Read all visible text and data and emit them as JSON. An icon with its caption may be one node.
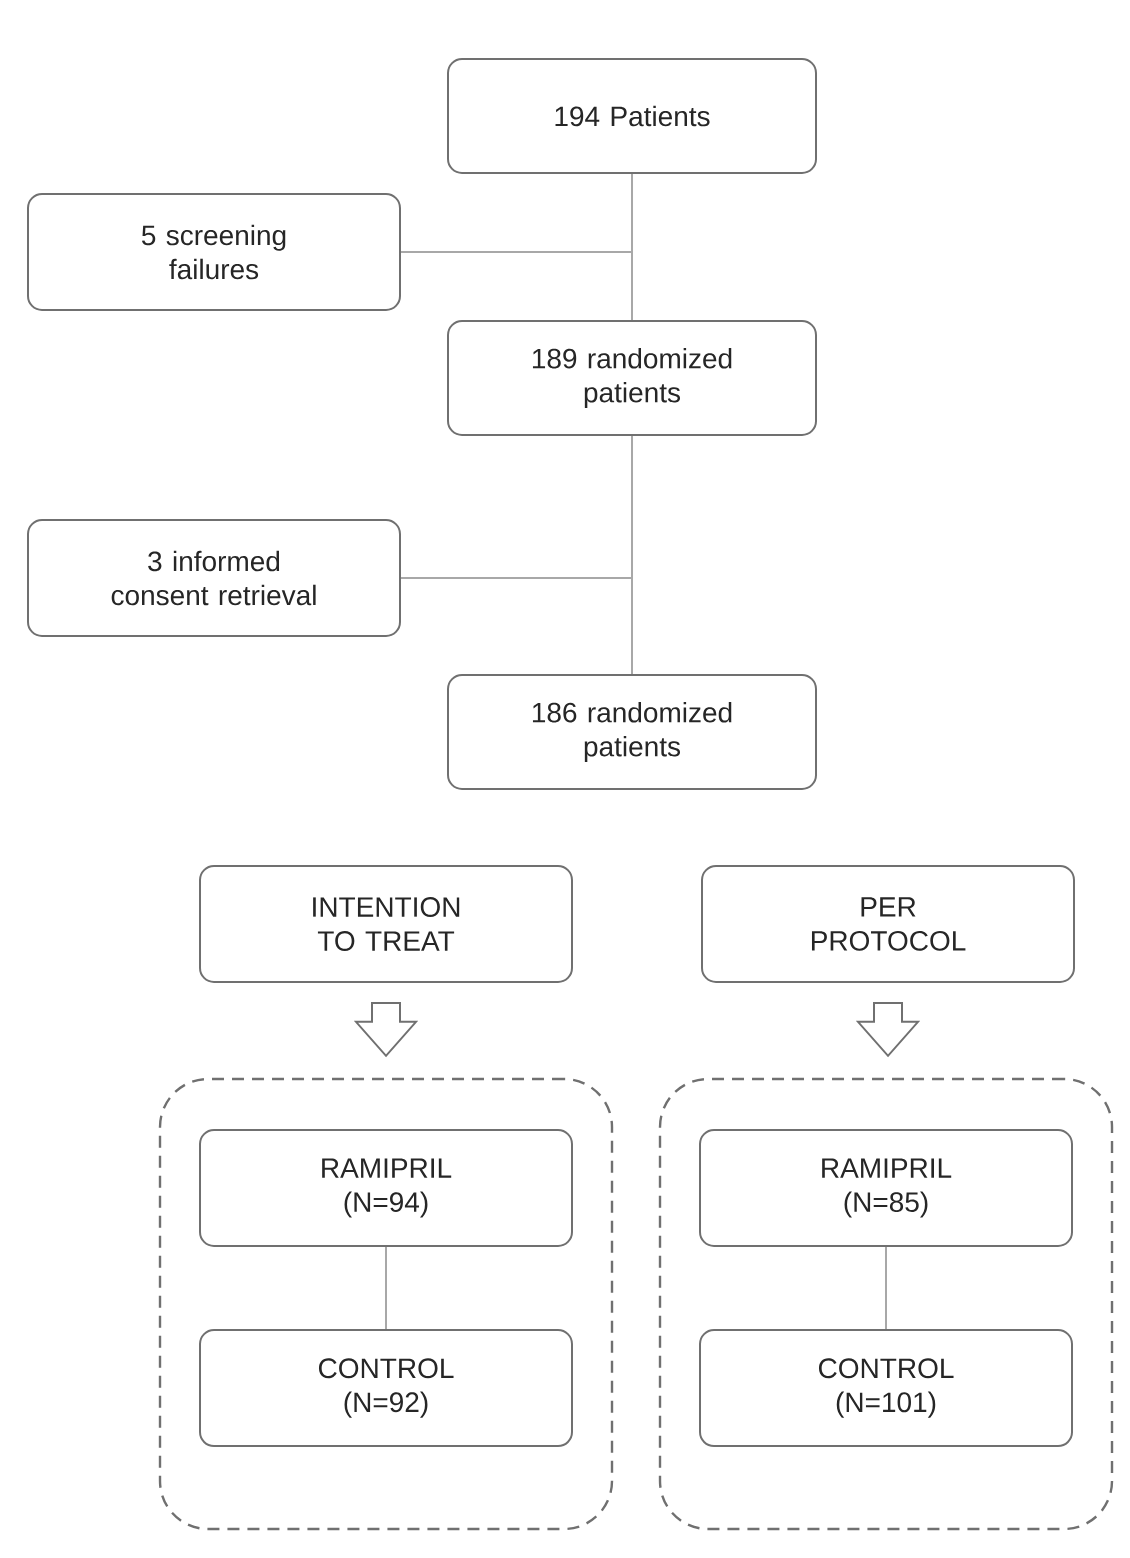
{
  "diagram": {
    "nodes": [
      {
        "text": [
          "194 Patients"
        ]
      },
      {
        "text": [
          "5 screening failures"
        ]
      },
      {
        "text": [
          "189 randomized patients"
        ]
      },
      {
        "text": [
          "3 informed consent retrieval"
        ]
      },
      {
        "text": [
          "186 randomized patients"
        ]
      },
      {
        "text": [
          "INTENTION TO TREAT"
        ]
      },
      {
        "text": [
          "PER PROTOCOL"
        ]
      },
      {
        "text": [],
        "shape": "box"
      },
      {
        "text": [
          "RAMIPRIL (N=94)"
        ],
        "in": 7
      },
      {
        "text": [
          "CONTROL (N=92)"
        ],
        "in": 7
      },
      {
        "text": [],
        "shape": "box"
      },
      {
        "text": [
          "RAMIPRIL (N=85)"
        ],
        "in": 10
      },
      {
        "text": [
          "CONTROL (N=101)"
        ],
        "in": 10
      }
    ],
    "edges": [
      {
        "from": 0,
        "to": 2,
        "arrow": "none"
      },
      {
        "from": 0,
        "to": 1,
        "arrow": "none"
      },
      {
        "from": 2,
        "to": 4,
        "arrow": "none"
      },
      {
        "from": 2,
        "to": 3,
        "arrow": "none"
      },
      {
        "from": 5,
        "to": 7,
        "arrow": "to"
      },
      {
        "from": 6,
        "to": 10,
        "arrow": "to"
      },
      {
        "from": 8,
        "to": 9,
        "arrow": "none"
      },
      {
        "from": 11,
        "to": 12,
        "arrow": "none"
      }
    ]
  }
}
